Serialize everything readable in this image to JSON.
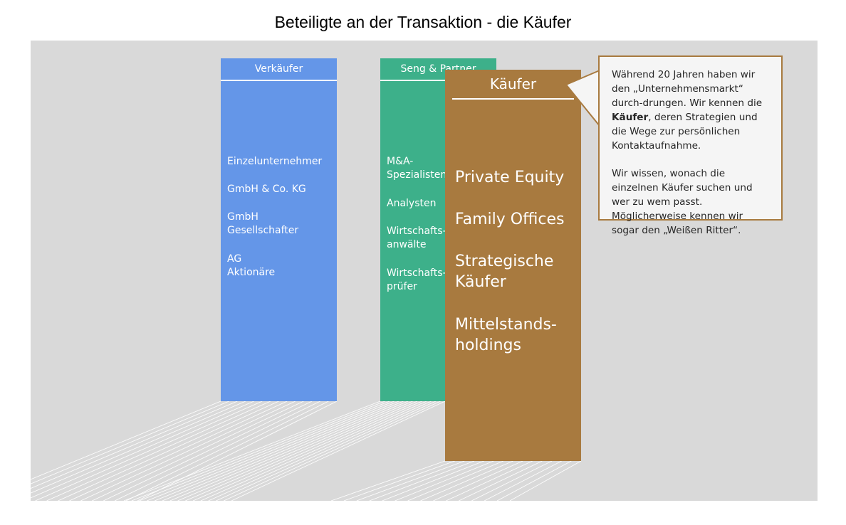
{
  "title": "Beteiligte an der Transaktion - die Käufer",
  "columns": {
    "seller": {
      "header": "Verkäufer",
      "items": [
        "Einzelunternehmer",
        "GmbH & Co. KG",
        "GmbH\nGesellschafter",
        "AG\nAktionäre"
      ]
    },
    "advisor": {
      "header": "Seng & Partner",
      "items": [
        "M&A-\nSpezialisten",
        "Analysten",
        "Wirtschafts-\nanwälte",
        "Wirtschafts-\nprüfer"
      ]
    },
    "buyer": {
      "header": "Käufer",
      "items": [
        "Private Equity",
        "Family Offices",
        "Strategische\nKäufer",
        "Mittelstands-\nholdings"
      ]
    }
  },
  "callout": {
    "p1_before": "Während 20 Jahren haben wir den „Unternehmensmarkt“ durch-drungen. Wir kennen die ",
    "p1_bold": "Käufer",
    "p1_after": ", deren Strategien und die Wege zur persönlichen Kontaktaufnahme.",
    "p2": "Wir wissen, wonach die einzelnen Käufer suchen und wer zu wem passt. Möglicherweise kennen wir sogar den „Weißen Ritter“."
  },
  "colors": {
    "seller": "#6496e8",
    "advisor": "#3db08a",
    "buyer": "#a87a3f",
    "background": "#d9d9d9"
  }
}
